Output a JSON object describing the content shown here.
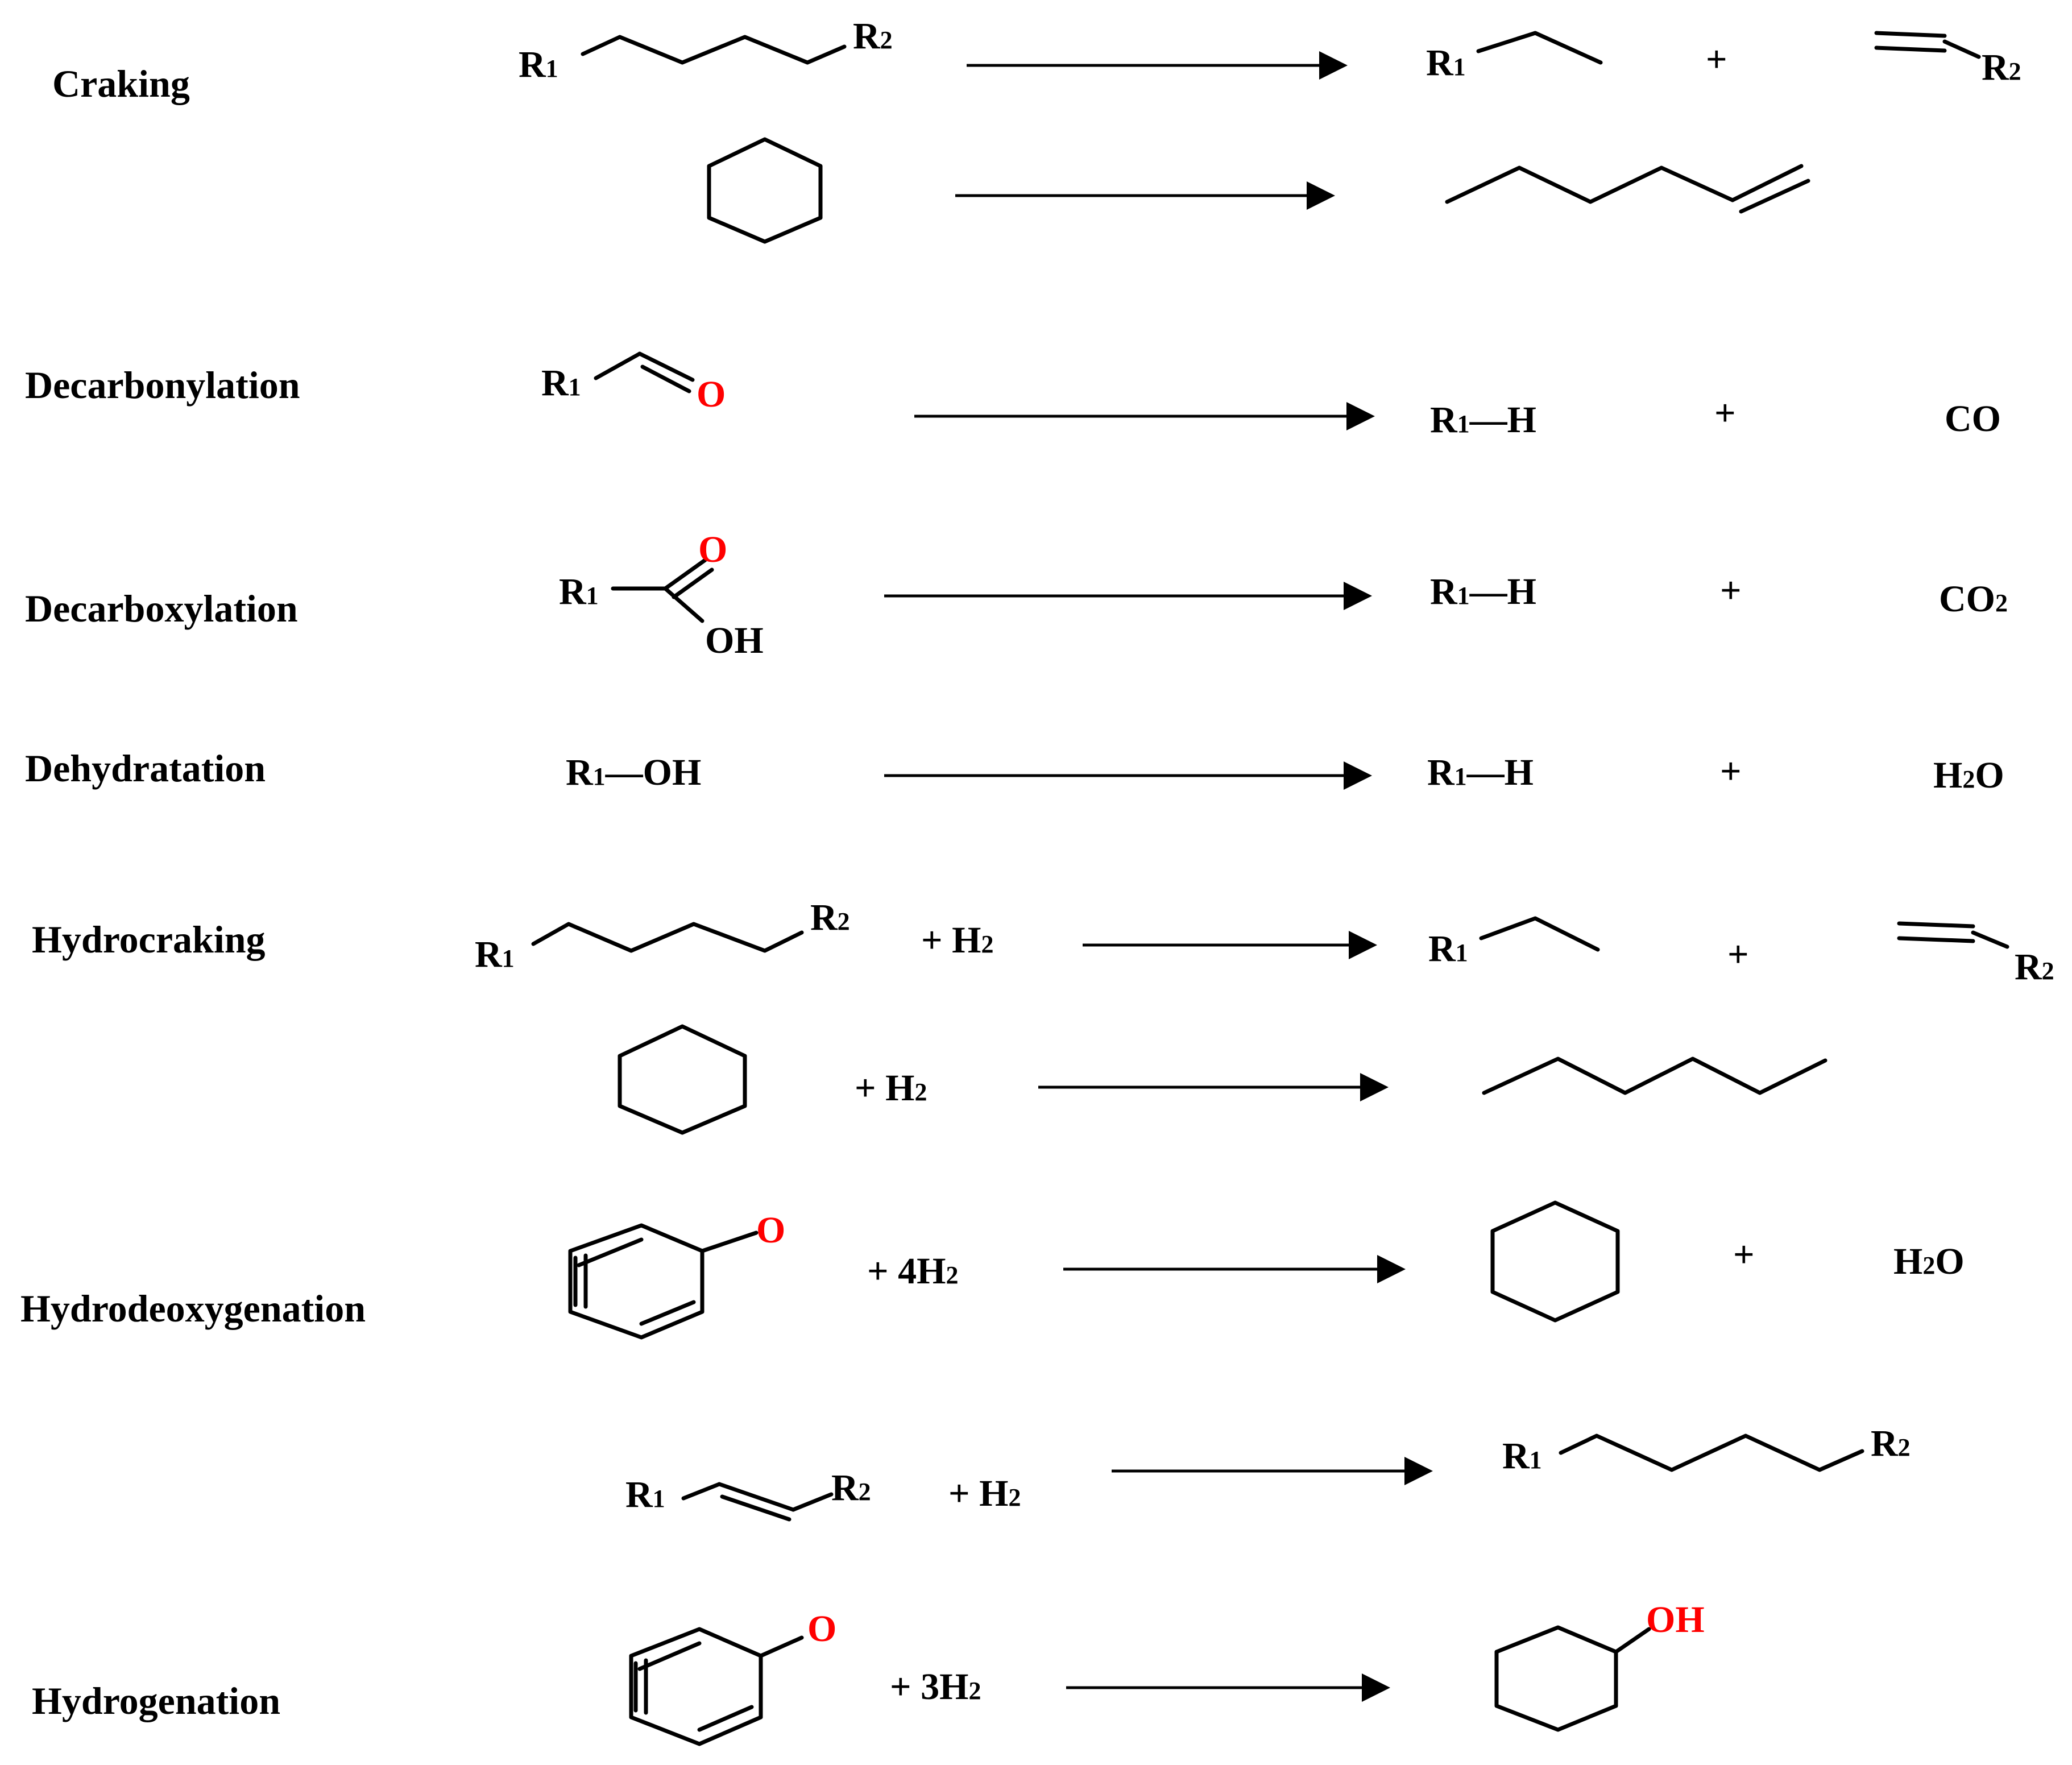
{
  "reactions": [
    {
      "name": "Craking"
    },
    {
      "name": "Decarbonylation"
    },
    {
      "name": "Decarboxylation"
    },
    {
      "name": "Dehydratation"
    },
    {
      "name": "Hydrocraking"
    },
    {
      "name": "Hydrodeoxygenation"
    },
    {
      "name": "Hydrogenation"
    }
  ],
  "labels": {
    "r1": "R",
    "r2": "R",
    "sub1": "1",
    "sub2": "2",
    "plus": "+",
    "h_bond": "—H",
    "oh_bond": "—OH",
    "o": "O",
    "oh": "OH",
    "co": "CO",
    "co2_main": "CO",
    "co2_sub": "2",
    "h2o_h": "H",
    "h2o_sub": "2",
    "h2o_o": "O",
    "plus_h2": "+ H",
    "plus_4h2": "+ 4H",
    "plus_3h2": "+ 3H"
  },
  "colors": {
    "line": "#000000",
    "oxygen": "#ff0000"
  }
}
